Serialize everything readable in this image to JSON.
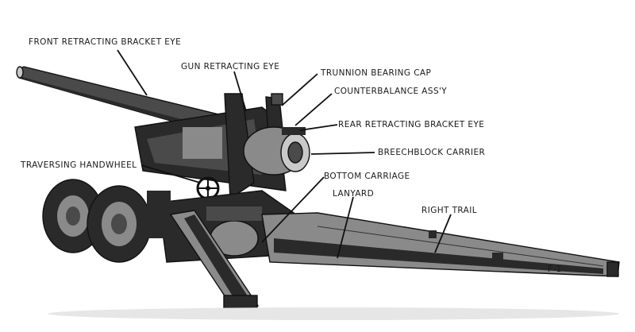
{
  "figure": {
    "background": "#ffffff",
    "ink": "#1a1a1a",
    "stamp_text": "F-1"
  },
  "labels": {
    "front_retracting_bracket_eye": "FRONT RETRACTING BRACKET EYE",
    "gun_retracting_eye": "GUN RETRACTING EYE",
    "trunnion_bearing_cap": "TRUNNION BEARING CAP",
    "counterbalance_assy": "COUNTERBALANCE ASS'Y",
    "rear_retracting_bracket_eye": "REAR RETRACTING BRACKET EYE",
    "breechblock_carrier": "BREECHBLOCK CARRIER",
    "traversing_handwheel": "TRAVERSING HANDWHEEL",
    "bottom_carriage": "BOTTOM CARRIAGE",
    "lanyard": "LANYARD",
    "right_trail": "RIGHT TRAIL"
  }
}
